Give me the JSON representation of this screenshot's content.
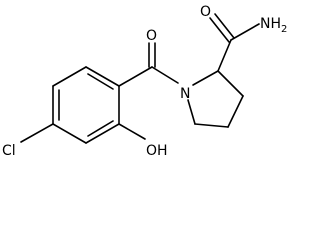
{
  "structure": {
    "atoms": {
      "oxygen_ketone": "O",
      "oxygen_amide": "O",
      "amide_nitrogen": "NH",
      "amide_nitrogen_subscript": "2",
      "ring_nitrogen": "N",
      "hydroxyl": "OH",
      "chlorine": "Cl"
    }
  }
}
